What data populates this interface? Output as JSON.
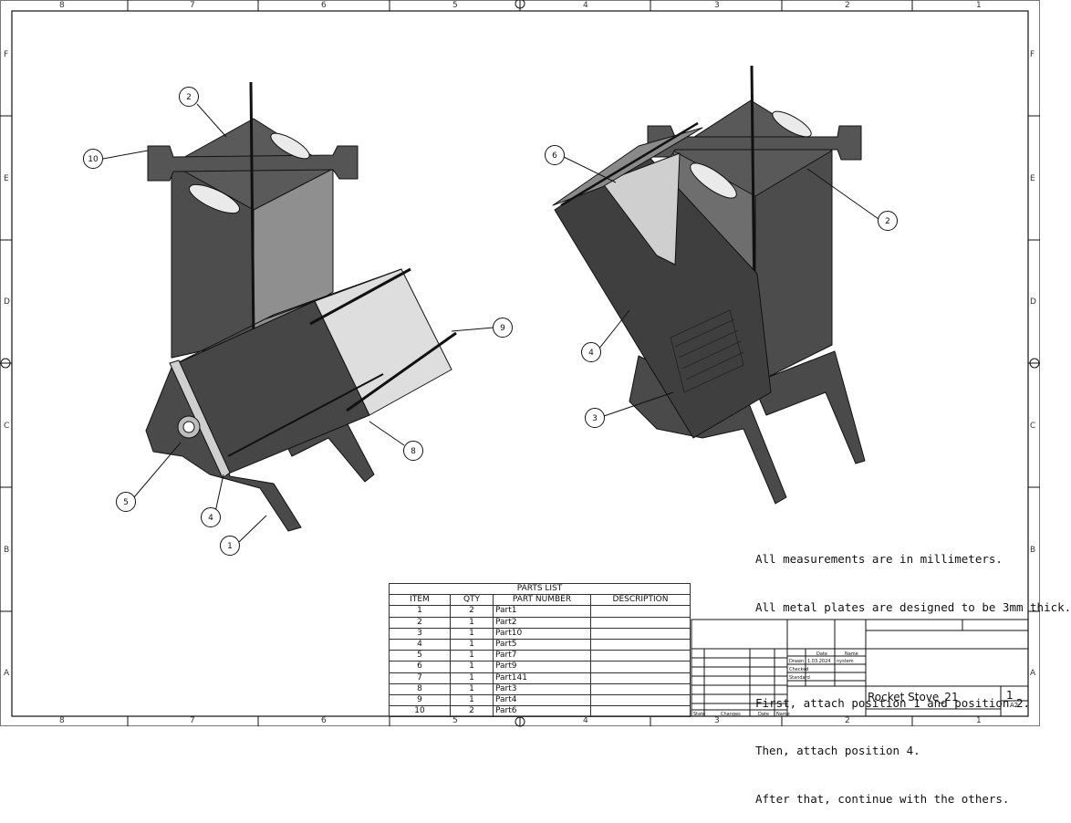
{
  "frame": {
    "col_labels": [
      "8",
      "7",
      "6",
      "5",
      "4",
      "3",
      "2",
      "1"
    ],
    "row_labels": [
      "F",
      "E",
      "D",
      "C",
      "B",
      "A"
    ]
  },
  "balloons_left": [
    "2",
    "10",
    "9",
    "8",
    "5",
    "4",
    "1"
  ],
  "balloons_right": [
    "6",
    "2",
    "4",
    "3"
  ],
  "notes": [
    "All measurements are in millimeters.",
    "All metal plates are designed to be 3mm thick.",
    "",
    "First, attach position 1 and position 2.",
    "Then, attach position 4.",
    "After that, continue with the others."
  ],
  "parts_list": {
    "title": "PARTS LIST",
    "headers": [
      "ITEM",
      "QTY",
      "PART NUMBER",
      "DESCRIPTION"
    ],
    "rows": [
      {
        "item": "1",
        "qty": "2",
        "part": "Part1",
        "desc": ""
      },
      {
        "item": "2",
        "qty": "1",
        "part": "Part2",
        "desc": ""
      },
      {
        "item": "3",
        "qty": "1",
        "part": "Part10",
        "desc": ""
      },
      {
        "item": "4",
        "qty": "1",
        "part": "Part5",
        "desc": ""
      },
      {
        "item": "5",
        "qty": "1",
        "part": "Part7",
        "desc": ""
      },
      {
        "item": "6",
        "qty": "1",
        "part": "Part9",
        "desc": ""
      },
      {
        "item": "7",
        "qty": "1",
        "part": "Part141",
        "desc": ""
      },
      {
        "item": "8",
        "qty": "1",
        "part": "Part3",
        "desc": ""
      },
      {
        "item": "9",
        "qty": "1",
        "part": "Part4",
        "desc": ""
      },
      {
        "item": "10",
        "qty": "2",
        "part": "Part6",
        "desc": ""
      }
    ]
  },
  "title_block": {
    "title": "Rocket Stove_21",
    "sheet": "1",
    "format": "A2",
    "date_header": "Date",
    "name_header": "Name",
    "drawn_label": "Drawn",
    "drawn_date": "1.03.2024",
    "drawn_name": "nystem",
    "checked_label": "Checked",
    "standard_label": "Standard",
    "state_label": "State",
    "changes_label": "Changes",
    "date_label": "Date",
    "name_label": "Name"
  },
  "colors": {
    "plate_dark": "#4a4a4a",
    "plate_mid": "#8c8c8c",
    "plate_light": "#d8d8d8",
    "line": "#111111"
  }
}
